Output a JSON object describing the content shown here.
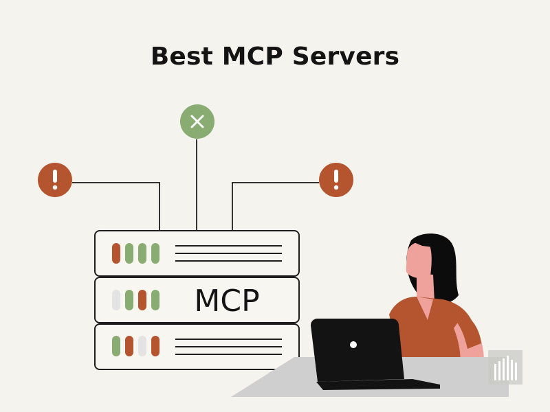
{
  "header": {
    "title": "Best MCP Servers"
  },
  "server": {
    "label": "MCP"
  },
  "colors": {
    "background": "#f4f3ed",
    "rust": "#b5552f",
    "green": "#89ac73",
    "light_gray": "#e3e3e3",
    "outline": "#1e1e1e"
  },
  "status_nodes": [
    {
      "icon": "exclamation-icon",
      "glyph": "!",
      "status": "warning"
    },
    {
      "icon": "close-icon",
      "glyph": "✕",
      "status": "error"
    },
    {
      "icon": "exclamation-icon",
      "glyph": "!",
      "status": "warning"
    }
  ],
  "server_units": [
    {
      "leds": [
        "rust",
        "green",
        "green",
        "green"
      ],
      "content": "lines"
    },
    {
      "leds": [
        "light_gray",
        "green",
        "rust",
        "green"
      ],
      "content": "label"
    },
    {
      "leds": [
        "green",
        "rust",
        "light_gray",
        "rust"
      ],
      "content": "lines"
    }
  ],
  "icons": {
    "watermark": "bar-chart-logo-icon",
    "laptop": "laptop-icon",
    "person": "person-icon"
  }
}
